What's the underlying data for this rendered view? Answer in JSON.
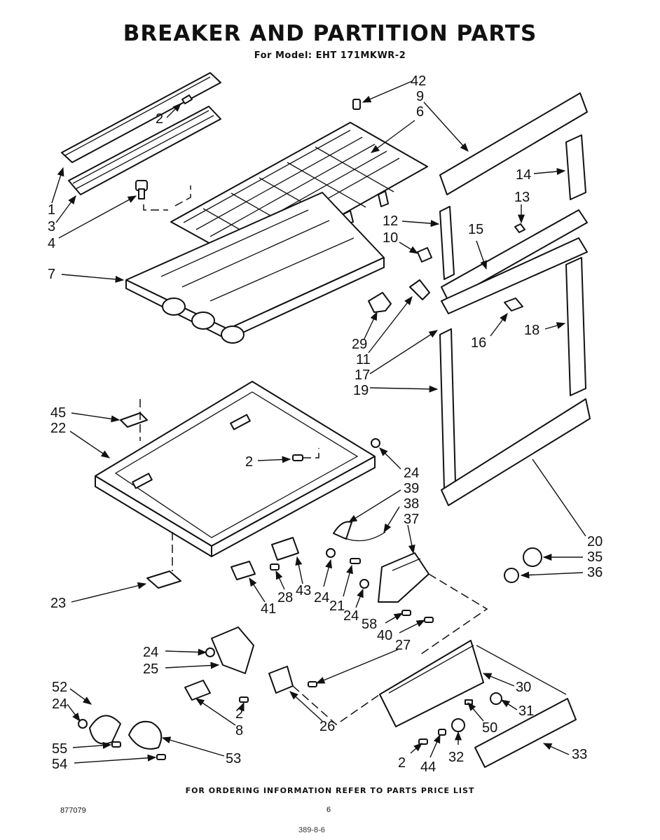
{
  "header": {
    "title": "BREAKER AND PARTITION PARTS",
    "model_line": "For Model: EHT 171MKWR-2"
  },
  "footer": {
    "ordering_note": "FOR ORDERING INFORMATION REFER TO PARTS PRICE LIST",
    "doc_number": "877079",
    "page_number": "6",
    "date_stamp": "389-8-6"
  },
  "callouts": [
    {
      "id": "c42",
      "text": "42"
    },
    {
      "id": "c9",
      "text": "9"
    },
    {
      "id": "c6",
      "text": "6"
    },
    {
      "id": "c2a",
      "text": "2"
    },
    {
      "id": "c1",
      "text": "1"
    },
    {
      "id": "c3",
      "text": "3"
    },
    {
      "id": "c4",
      "text": "4"
    },
    {
      "id": "c7",
      "text": "7"
    },
    {
      "id": "c14",
      "text": "14"
    },
    {
      "id": "c13",
      "text": "13"
    },
    {
      "id": "c12",
      "text": "12"
    },
    {
      "id": "c10",
      "text": "10"
    },
    {
      "id": "c15",
      "text": "15"
    },
    {
      "id": "c16",
      "text": "16"
    },
    {
      "id": "c18",
      "text": "18"
    },
    {
      "id": "c29",
      "text": "29"
    },
    {
      "id": "c11",
      "text": "11"
    },
    {
      "id": "c17",
      "text": "17"
    },
    {
      "id": "c19",
      "text": "19"
    },
    {
      "id": "c45",
      "text": "45"
    },
    {
      "id": "c22",
      "text": "22"
    },
    {
      "id": "c2b",
      "text": "2"
    },
    {
      "id": "c24a",
      "text": "24"
    },
    {
      "id": "c39",
      "text": "39"
    },
    {
      "id": "c38",
      "text": "38"
    },
    {
      "id": "c37",
      "text": "37"
    },
    {
      "id": "c20",
      "text": "20"
    },
    {
      "id": "c35",
      "text": "35"
    },
    {
      "id": "c36",
      "text": "36"
    },
    {
      "id": "c23",
      "text": "23"
    },
    {
      "id": "c41",
      "text": "41"
    },
    {
      "id": "c28",
      "text": "28"
    },
    {
      "id": "c43",
      "text": "43"
    },
    {
      "id": "c24b",
      "text": "24"
    },
    {
      "id": "c21",
      "text": "21"
    },
    {
      "id": "c24c",
      "text": "24"
    },
    {
      "id": "c58",
      "text": "58"
    },
    {
      "id": "c40",
      "text": "40"
    },
    {
      "id": "c27",
      "text": "27"
    },
    {
      "id": "c24d",
      "text": "24"
    },
    {
      "id": "c25",
      "text": "25"
    },
    {
      "id": "c30",
      "text": "30"
    },
    {
      "id": "c31",
      "text": "31"
    },
    {
      "id": "c50",
      "text": "50"
    },
    {
      "id": "c52",
      "text": "52"
    },
    {
      "id": "c24e",
      "text": "24"
    },
    {
      "id": "c26",
      "text": "26"
    },
    {
      "id": "c2c",
      "text": "2"
    },
    {
      "id": "c8",
      "text": "8"
    },
    {
      "id": "c55",
      "text": "55"
    },
    {
      "id": "c53",
      "text": "53"
    },
    {
      "id": "c54",
      "text": "54"
    },
    {
      "id": "c2d",
      "text": "2"
    },
    {
      "id": "c44",
      "text": "44"
    },
    {
      "id": "c32",
      "text": "32"
    },
    {
      "id": "c33",
      "text": "33"
    }
  ]
}
